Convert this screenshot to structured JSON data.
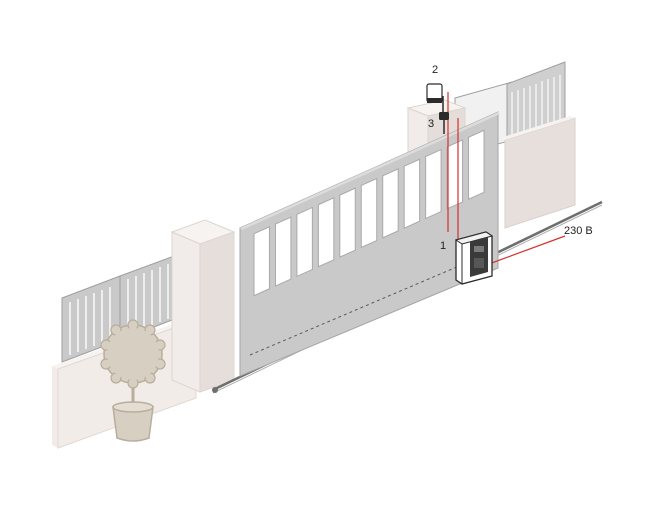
{
  "colors": {
    "background": "#ffffff",
    "wall": "#f4efed",
    "wall_shade": "#e3dcd8",
    "gate": "#c9c9c9",
    "gate_edge": "#a9a9a9",
    "rail": "#7a7a7a",
    "cable": "#d6312b",
    "plant": "#d7cfc2",
    "plant_edge": "#b9ad9d",
    "motor": "#ffffff",
    "motor_dark": "#2b2b2b"
  },
  "labels": {
    "motor": "1",
    "lamp": "2",
    "photocell": "3",
    "power": "230 В"
  },
  "icons": {
    "motor": "gate-motor-icon",
    "lamp": "warning-lamp-icon",
    "photocell": "photocell-icon",
    "plant": "potted-tree-icon"
  }
}
